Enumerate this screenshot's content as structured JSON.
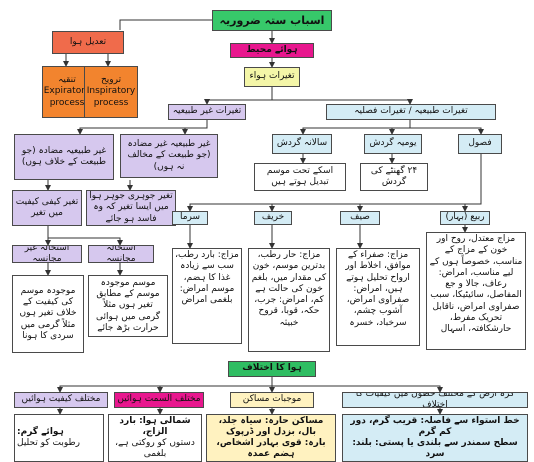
{
  "colors": {
    "title_bg": "#37c86a",
    "hawa_bg": "#e8178e",
    "hawa_khtilaf_bg": "#2fbd62",
    "purple_bg": "#d6c8ee",
    "lightblue_bg": "#d4ecf5",
    "red_bg": "#f06b4b",
    "orange_bg": "#f2842e",
    "note_bg": "#ffffff",
    "yellow_bg": "#fff2c0",
    "line": "#333333"
  },
  "title": "اسباب ستہ ضروریہ",
  "hawa_muheet": "ہوائے محیط",
  "taghayyurat_hawa": "تغیرات ہواء",
  "tadeel": "تعدیل ہوا",
  "tanqiya": "تنقیہ",
  "tanqiya_en": "Expiratory process",
  "tarweeh": "ترویح",
  "tarweeh_en": "Inspiratory process",
  "ghair_tabiya": "تغیرات غیر طبیعیہ",
  "tabiya": "تغیرات طبیعیہ / تغیرات فصلیہ",
  "ghair_mudada_right": "غیر طبیعیہ غیر مضادہ (جو طبیعت کے مخالف نہ ہوں)",
  "ghair_mudada_left": "غیر طبیعیہ مضادہ (جو طبیعت کے خلاف ہوں)",
  "saalana_gardish": "سالانہ گردش",
  "yomiya_gardish": "یومیہ گردش",
  "fusool": "فصول",
  "saalana_note": "اسکے تحت موسم تبدیل ہوتے ہیں",
  "yomiya_note": "۲۴ گھنٹے کی گردش",
  "kaifi": "تغیر کیفی کیفیت میں تغیر",
  "johari": "تغیر جوہری جوہر ہوا میں ایسا تغیر کہ وہ فاسد ہو جائے",
  "sarma": "سرما",
  "khareef": "خریف",
  "saif": "صیف",
  "rabee": "ربیع (بہار)",
  "istihala_ghair": "استحالہ غیر مجانسہ",
  "istihala_mujanisa": "استحالہ مجانسہ",
  "note_ghair": "موجودہ موسم کی کیفیت کے خلاف تغیر ہوں مثلاً گرمی میں سردی کا ہونا",
  "note_mujanisa": "موسم موجودہ موسم کے مطابق تغیر ہوں مثلاً گرمی میں ہوائی حرارت بڑھ جائے",
  "sarma_text": "مزاج: بارد رطب، سب سے زیادہ غذا کا ہضم، موسم امراض: بلغمی امراض",
  "khareef_text": "مزاج: حار رطب، بدترین موسم، خون کی مقدار میں، بلغم خون کی حالت ہے کم، امراض: جرب، حکہ، قوبا، قروح خبیثہ",
  "saif_text": "مزاج: صفراء کے موافق، اخلاط اور ارواح تحلیل ہوتے ہیں، امراض: صفراوی امراض، آشوب چشم، سرخباد، خسرہ",
  "rabee_text": "مزاج معتدل، روح اور خون کے مزاج کے مناسب، خصوصاً ہوں کے لیے مناسب، امراض: رعاف، جالا و جع المفاصل، سائیٹیکا، سبب صفراوی امراض، ناقابل تحریک مفرط، حارشکافتہ، اسہال",
  "hawa_ka_ikhtilaf": "ہوا کا اختلاف",
  "ikhtilaf_items": [
    "کرہ ارض کے مختلف خطوں میں کیفیات کا اختلاف",
    "موجبات مساکن",
    "مختلف السمت ہوائیں",
    "مختلف کیفیت ہوائیں"
  ],
  "bottom_1_a": "خط استواء سے فاصلہ: قریب گرم، دور کم گرم",
  "bottom_1_b": "سطح سمندر سے بلندی یا پستی: بلند: سرد",
  "bottom_2_a": "مساکن حارہ: سیاہ جلد، بال، بزدل اور ڈرپوک",
  "bottom_2_b": "بارہ: قوی بہادر اشخاص، ہضم عمدہ",
  "bottom_3_a": "شمالی ہوا: بارد الزاج،",
  "bottom_3_b": "دستوں کو روکتی ہے، بلغمی",
  "bottom_4_a": "ہوائے گرم:",
  "bottom_4_b": "رطوبت کو تحلیل"
}
